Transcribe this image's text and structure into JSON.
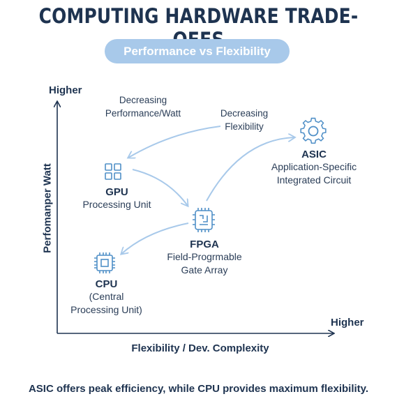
{
  "header": {
    "title": "COMPUTING HARDWARE TRADE-OFFS",
    "subtitle": "Performance vs Flexibility"
  },
  "axes": {
    "y_label": "Perfomanper Watt",
    "y_high": "Higher",
    "x_label": "Flexibility / Dev. Complexity",
    "x_high": "Higher"
  },
  "annotations": {
    "perf": [
      "Decreasing",
      "Performance/Watt"
    ],
    "flex": [
      "Decreasing",
      "Flexibility"
    ]
  },
  "nodes": {
    "asic": {
      "name": "ASIC",
      "desc": [
        "Application-Specific",
        "Integrated Circuit"
      ],
      "icon": "gear-icon"
    },
    "gpu": {
      "name": "GPU",
      "desc": [
        "Processing Unit"
      ],
      "icon": "grid-icon"
    },
    "fpga": {
      "name": "FPGA",
      "desc": [
        "Field-Progrmable",
        "Gate Array"
      ],
      "icon": "chip-icon"
    },
    "cpu": {
      "name": "CPU",
      "desc": [
        "(Central",
        "Processing Unit)"
      ],
      "icon": "processor-icon"
    }
  },
  "footer": {
    "text": "ASIC offers peak efficiency, while CPU provides maximum flexibility."
  },
  "colors": {
    "text": "#1e3350",
    "accent": "#4f8fc7",
    "arrow": "#a8c9ea",
    "pill": "#a8c9ea"
  }
}
